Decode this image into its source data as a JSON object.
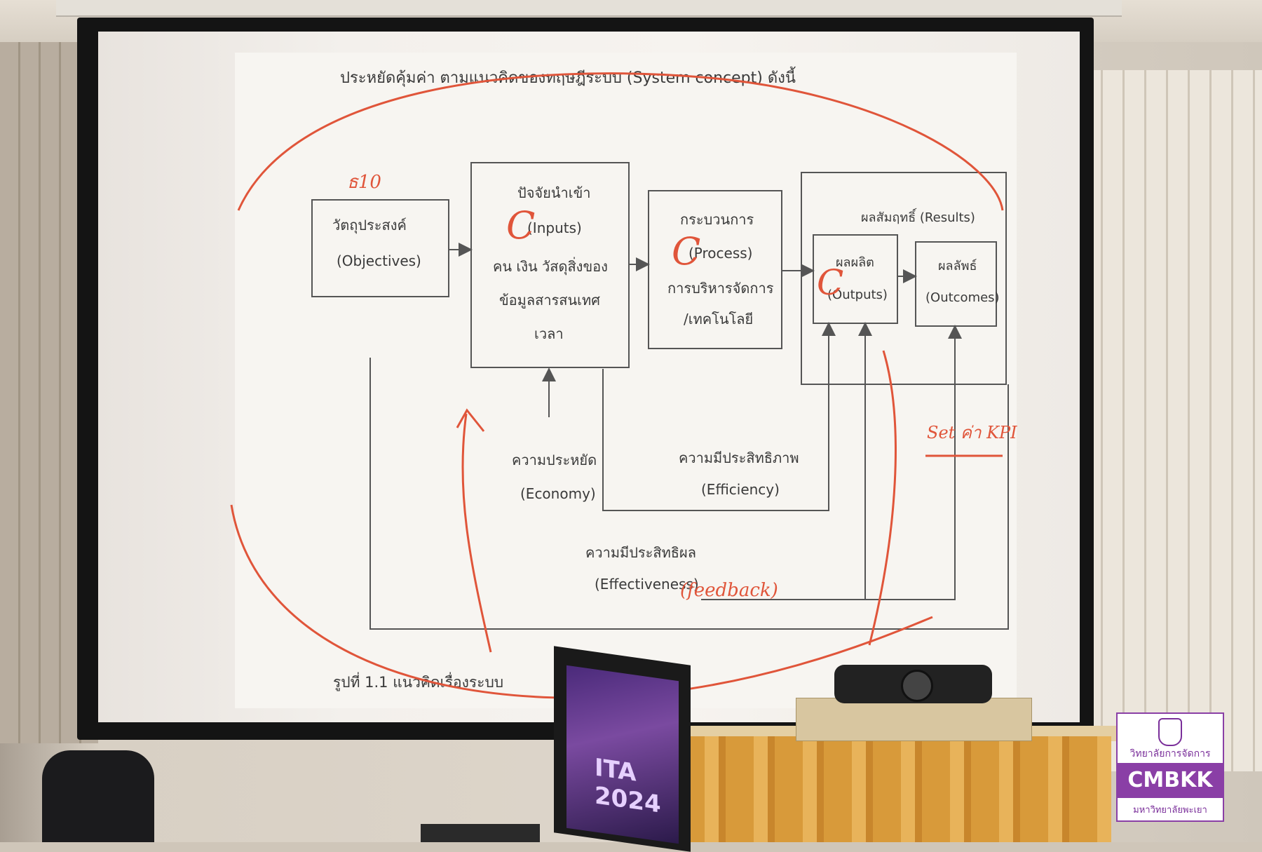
{
  "slide": {
    "heading": "ประหยัดคุ้มค่า ตามแนวคิดของทฤษฎีระบบ (System concept) ดังนี้",
    "caption": "รูปที่ 1.1 แนวคิดเรื่องระบบ",
    "objectives": {
      "th": "วัตถุประสงค์",
      "en": "(Objectives)"
    },
    "inputs": {
      "th": "ปัจจัยนำเข้า",
      "en": "(Inputs)",
      "line1": "คน เงิน วัสดุสิ่งของ",
      "line2": "ข้อมูลสารสนเทศ",
      "line3": "เวลา"
    },
    "process": {
      "th": "กระบวนการ",
      "en": "(Process)",
      "line1": "การบริหารจัดการ",
      "line2": "/เทคโนโลยี"
    },
    "results": {
      "th": "ผลสัมฤทธิ์ (Results)"
    },
    "outputs": {
      "th": "ผลผลิต",
      "en": "(Outputs)"
    },
    "outcomes": {
      "th": "ผลลัพธ์",
      "en": "(Outcomes)"
    },
    "economy": {
      "th": "ความประหยัด",
      "en": "(Economy)"
    },
    "efficiency": {
      "th": "ความมีประสิทธิภาพ",
      "en": "(Efficiency)"
    },
    "effectiveness": {
      "th": "ความมีประสิทธิผล",
      "en": "(Effectiveness)"
    }
  },
  "annotations": {
    "feedback": "(feedback)",
    "setting": "Set ค่า KPI",
    "c_mark": "C",
    "number": "ธ10"
  },
  "monitor": {
    "text": "ITA 2024"
  },
  "logo": {
    "line1": "วิทยาลัยการจัดการ",
    "brand": "CMBKK",
    "line3": "มหาวิทยาลัยพะเยา"
  },
  "colors": {
    "ink": "#3a3a3a",
    "marker": "#e0553a",
    "logo": "#8a3fa6"
  }
}
